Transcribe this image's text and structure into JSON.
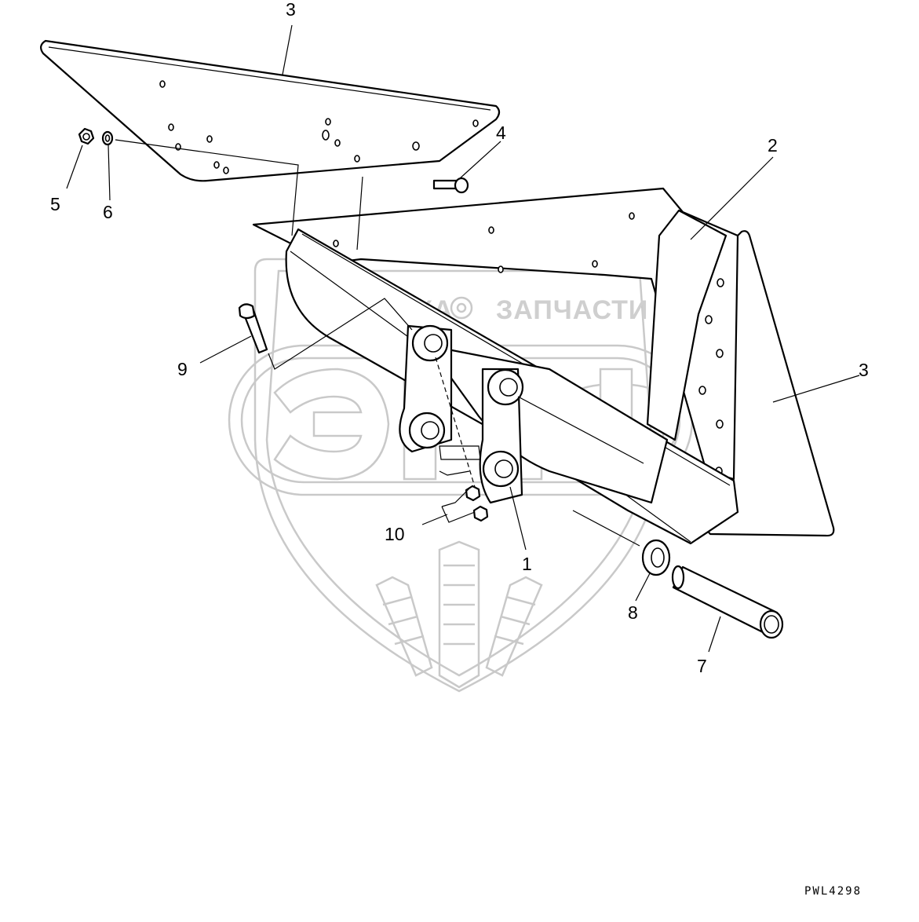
{
  "watermark": {
    "left_text": "ТЕХНИКА",
    "right_text": "ЗАПЧАСТИ",
    "logo_letters": "ЭПФ"
  },
  "drawing_code": "PWL4298",
  "callouts": [
    {
      "id": "c3-top",
      "label": "3"
    },
    {
      "id": "c4",
      "label": "4"
    },
    {
      "id": "c5",
      "label": "5"
    },
    {
      "id": "c6",
      "label": "6"
    },
    {
      "id": "c2",
      "label": "2"
    },
    {
      "id": "c3-right",
      "label": "3"
    },
    {
      "id": "c9",
      "label": "9"
    },
    {
      "id": "c10",
      "label": "10"
    },
    {
      "id": "c1",
      "label": "1"
    },
    {
      "id": "c8",
      "label": "8"
    },
    {
      "id": "c7",
      "label": "7"
    }
  ]
}
